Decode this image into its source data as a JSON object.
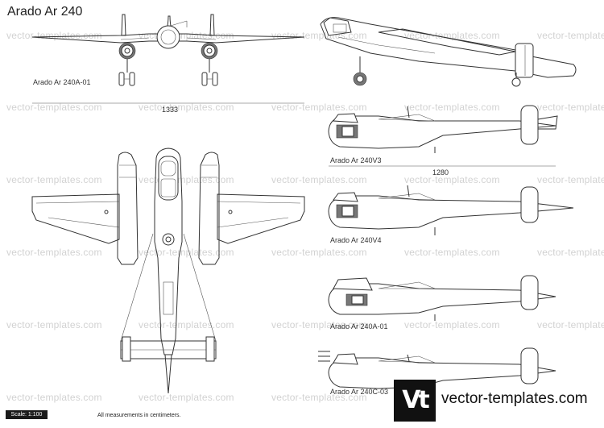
{
  "title": "Arado Ar 240",
  "watermark": "vector-templates.com",
  "views": {
    "front_label": "Arado Ar 240A-01",
    "side_v3_label": "Arado Ar 240V3",
    "side_v4_label": "Arado Ar 240V4",
    "side_a01_label": "Arado Ar 240A-01",
    "side_c03_label": "Arado Ar 240C-03"
  },
  "dimensions": {
    "wingspan": "1333",
    "length": "1280"
  },
  "footer": {
    "scale": "Scale: 1:100",
    "note": "All measurements in centimeters."
  },
  "logo": {
    "mark": "Vt",
    "text": "vector-templates.com"
  }
}
